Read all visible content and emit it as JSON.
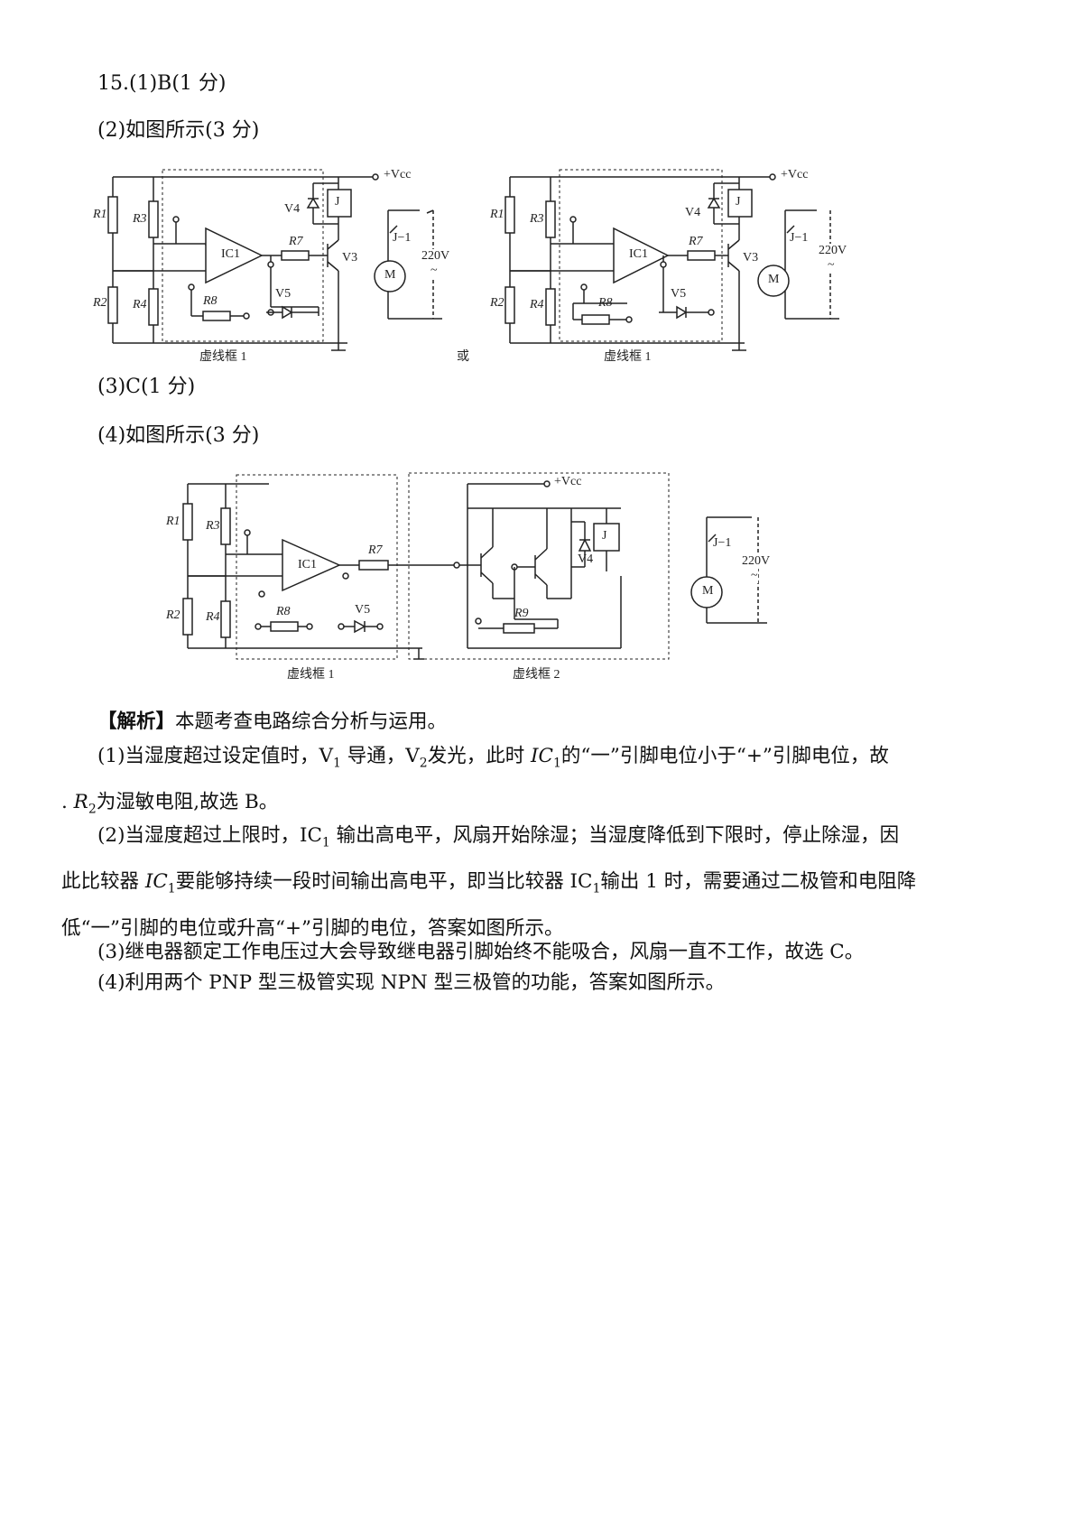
{
  "answers": {
    "q1": "15.(1)B(1 分)",
    "q2": "(2)如图所示(3 分)",
    "q3": "(3)C(1 分)",
    "q4": "(4)如图所示(3 分)"
  },
  "figure_top": {
    "connector": "或",
    "left_box_caption": "虚线框 1",
    "right_box_caption": "虚线框 1",
    "labels": {
      "vcc": "+Vcc",
      "r1": "R1",
      "r2": "R2",
      "r3": "R3",
      "r4": "R4",
      "r7": "R7",
      "r8": "R8",
      "ic1": "IC1",
      "v3": "V3",
      "v4": "V4",
      "v5": "V5",
      "relay": "J",
      "contact": "J−1",
      "motor": "M",
      "voltage": "220V",
      "ac": "~"
    }
  },
  "figure_bottom": {
    "box1_caption": "虚线框 1",
    "box2_caption": "虚线框 2",
    "labels": {
      "vcc": "+Vcc",
      "r1": "R1",
      "r2": "R2",
      "r3": "R3",
      "r4": "R4",
      "r7": "R7",
      "r8": "R8",
      "r9": "R9",
      "ic1": "IC1",
      "v4": "V4",
      "v5": "V5",
      "relay": "J",
      "contact": "J−1",
      "motor": "M",
      "voltage": "220V",
      "ac": "~"
    }
  },
  "analysis": {
    "heading": "【解析】",
    "heading_text": "本题考查电路综合分析与运用。",
    "p1_a": "(1)当湿度超过设定值时，V",
    "p1_b": " 导通，V",
    "p1_c": "发光，此时 ",
    "p1_d": "的“一”引脚电位小于“+”引脚电位，故",
    "p1_e": ". ",
    "p1_f": "为湿敏电阻,故选 B。",
    "p2_a": "(2)当湿度超过上限时，IC",
    "p2_b": " 输出高电平，风扇开始除湿；当湿度降低到下限时，停止除湿，因",
    "p2_c": "此比较器 ",
    "p2_d": "要能够持续一段时间输出高电平，即当比较器 IC",
    "p2_e": "输出 1 时，需要通过二极管和电阻降",
    "p2_f": "低“一”引脚的电位或升高“+”引脚的电位，答案如图所示。",
    "p3": "(3)继电器额定工作电压过大会导致继电器引脚始终不能吸合，风扇一直不工作，故选 C。",
    "p4": "(4)利用两个 PNP 型三极管实现 NPN 型三极管的功能，答案如图所示。",
    "ic": "IC",
    "r": "R",
    "sub1": "1",
    "sub2": "2"
  }
}
